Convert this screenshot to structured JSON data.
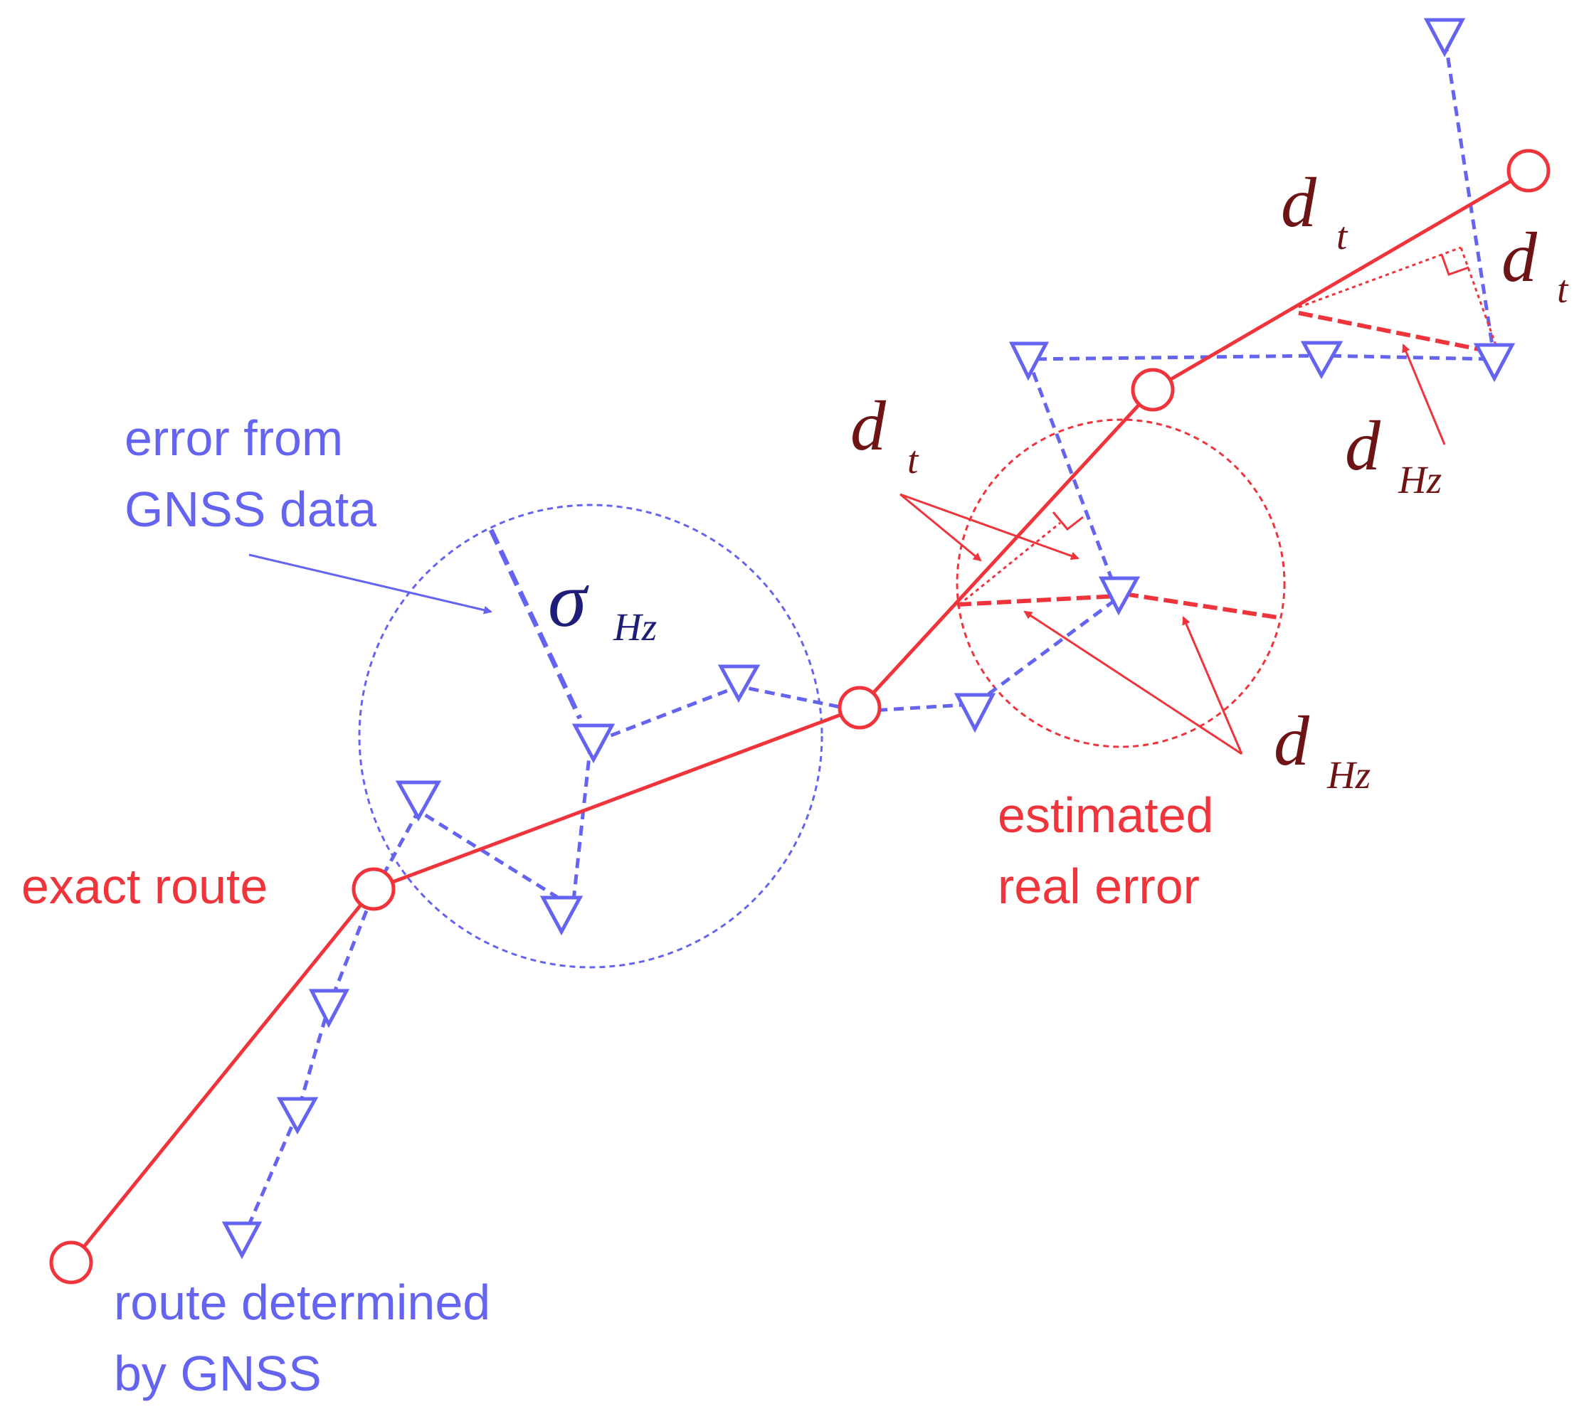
{
  "labels": {
    "error_from_line1": "error from",
    "error_from_line2": "GNSS data",
    "sigma_symbol": "σ",
    "sigma_sub": "Hz",
    "exact_route": "exact route",
    "route_gnss_line1": "route determined",
    "route_gnss_line2": "by GNSS",
    "estimated_line1": "estimated",
    "estimated_line2": "real error",
    "d": "d",
    "sub_t": "t",
    "sub_hz": "Hz"
  },
  "colors": {
    "exact_route": "#f0343c",
    "gnss_route": "#6464f0",
    "sigma_label": "#1e1e78",
    "d_label": "#6e1414"
  }
}
